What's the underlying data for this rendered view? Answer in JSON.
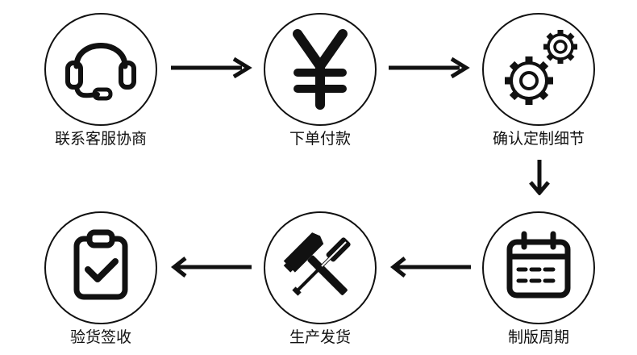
{
  "process": {
    "steps": [
      {
        "label": "联系客服协商",
        "icon": "headset-icon"
      },
      {
        "label": "下单付款",
        "icon": "yen-icon"
      },
      {
        "label": "确认定制细节",
        "icon": "gears-icon"
      },
      {
        "label": "制版周期",
        "icon": "calendar-icon"
      },
      {
        "label": "生产发货",
        "icon": "hammer-screwdriver-icon"
      },
      {
        "label": "验货签收",
        "icon": "clipboard-check-icon"
      }
    ],
    "colors": {
      "stroke": "#111111",
      "background": "#ffffff"
    }
  }
}
